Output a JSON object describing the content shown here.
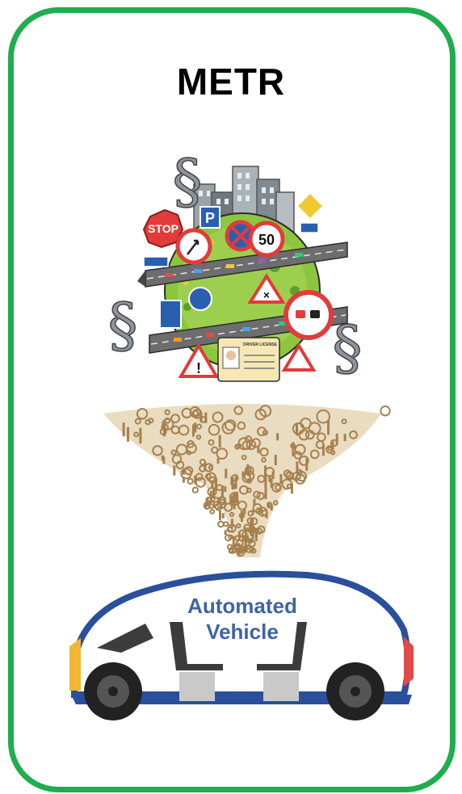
{
  "title": "METR",
  "signs": {
    "stop": "STOP",
    "speed_limit": "50",
    "parking": "P",
    "license": "DRIVER LICENSE",
    "section": "§"
  },
  "car": {
    "line1": "Automated",
    "line2": "Vehicle"
  },
  "colors": {
    "border": "#1fad4e",
    "car_body": "#2a4f9c",
    "car_text": "#3f63a4",
    "funnel": "#b8955c"
  }
}
